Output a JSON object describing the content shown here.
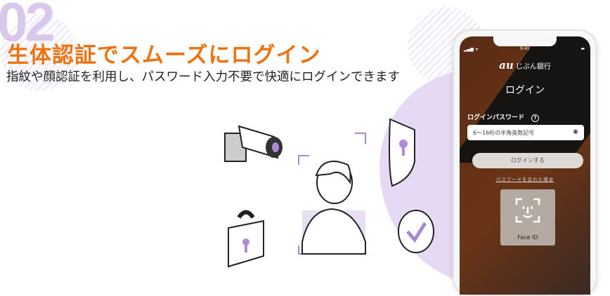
{
  "section_number": "02",
  "title": "生体認証でスムーズにログイン",
  "subtitle": "指紋や顔認証を利用し、パスワード入力不要で快適にログインできます",
  "phone": {
    "time": "9:41",
    "brand_logo": "au",
    "brand_name": "じぶん銀行",
    "heading": "ログイン",
    "password_label": "ログインパスワード",
    "help_icon": "?",
    "password_placeholder": "6〜16桁の半角英数記号",
    "login_button": "ログインする",
    "forgot_link": "パスワードを忘れた場合",
    "faceid_label": "Face ID"
  },
  "colors": {
    "accent": "#ee7310",
    "number": "#d9c8ec",
    "purple": "#a98bd0"
  }
}
